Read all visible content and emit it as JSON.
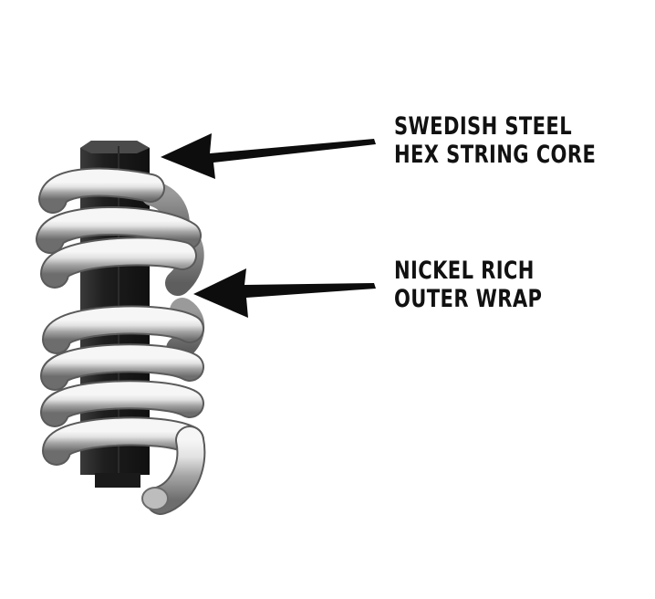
{
  "labels": {
    "core": {
      "line1": "SWEDISH STEEL",
      "line2": "HEX STRING CORE"
    },
    "wrap": {
      "line1": "NICKEL RICH",
      "line2": "OUTER WRAP"
    }
  },
  "colors": {
    "core": "#1e1e1e",
    "wrap_highlight": "#f4f4f4",
    "wrap_shadow": "#6f6f6f",
    "arrow": "#0d0d0d",
    "text": "#111111"
  },
  "icons": {
    "component": "string-cross-section",
    "pointer": "arrow-left-icon"
  }
}
